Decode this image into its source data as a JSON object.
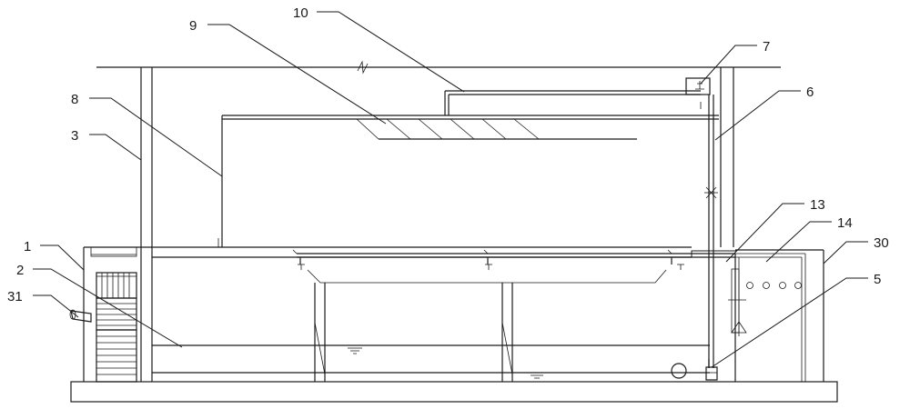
{
  "labels": {
    "l1": "1",
    "l2": "2",
    "l3": "3",
    "l5": "5",
    "l6": "6",
    "l7": "7",
    "l8": "8",
    "l9": "9",
    "l10": "10",
    "l13": "13",
    "l14": "14",
    "l30": "30",
    "l31": "31"
  },
  "colors": {
    "line": "#1a1a1a",
    "background": "#ffffff"
  }
}
